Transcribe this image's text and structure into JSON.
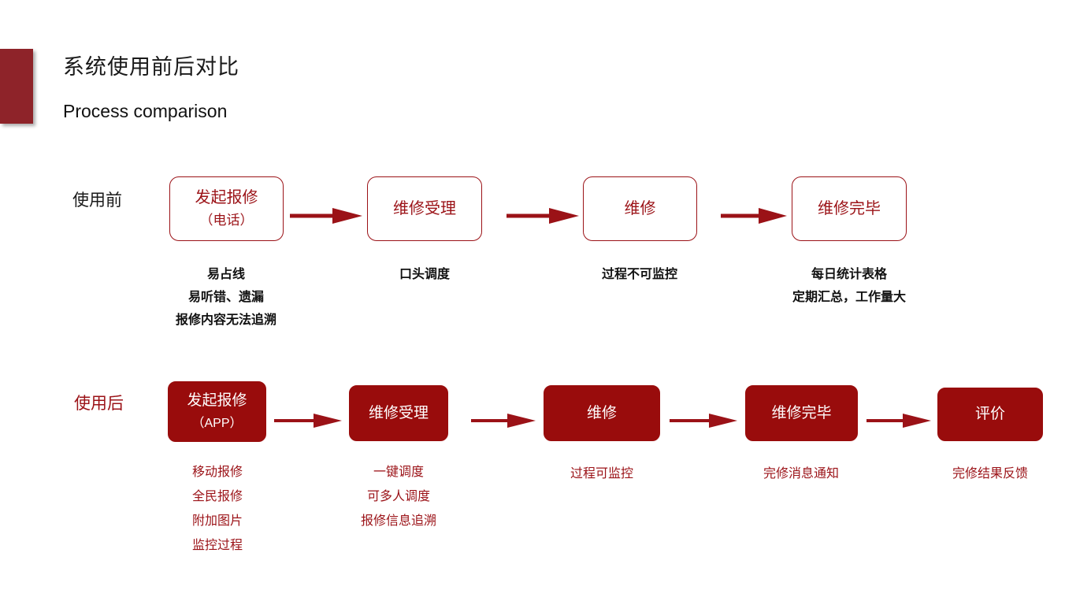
{
  "header": {
    "title": "系统使用前后对比",
    "subtitle": "Process comparison",
    "accent_color": "#8E2329"
  },
  "colors": {
    "dark_red": "#9B1217",
    "fill_red": "#990C0C",
    "text_black": "#111111",
    "background": "#ffffff"
  },
  "rows": [
    {
      "label": "使用前",
      "style": "outline",
      "steps": [
        {
          "line1": "发起报修",
          "line2": "（电话）",
          "caption": [
            "易占线",
            "易听错、遗漏",
            "报修内容无法追溯"
          ]
        },
        {
          "line1": "维修受理",
          "line2": "",
          "caption": [
            "口头调度"
          ]
        },
        {
          "line1": "维修",
          "line2": "",
          "caption": [
            "过程不可监控"
          ]
        },
        {
          "line1": "维修完毕",
          "line2": "",
          "caption": [
            "每日统计表格",
            "定期汇总，工作量大"
          ]
        }
      ]
    },
    {
      "label": "使用后",
      "style": "filled",
      "steps": [
        {
          "line1": "发起报修",
          "line2": "（APP）",
          "caption": [
            "移动报修",
            "全民报修",
            "附加图片",
            "监控过程"
          ]
        },
        {
          "line1": "维修受理",
          "line2": "",
          "caption": [
            "一键调度",
            "可多人调度",
            "报修信息追溯"
          ]
        },
        {
          "line1": "维修",
          "line2": "",
          "caption": [
            "过程可监控"
          ]
        },
        {
          "line1": "维修完毕",
          "line2": "",
          "caption": [
            "完修消息通知"
          ]
        },
        {
          "line1": "评价",
          "line2": "",
          "caption": [
            "完修结果反馈"
          ]
        }
      ]
    }
  ]
}
